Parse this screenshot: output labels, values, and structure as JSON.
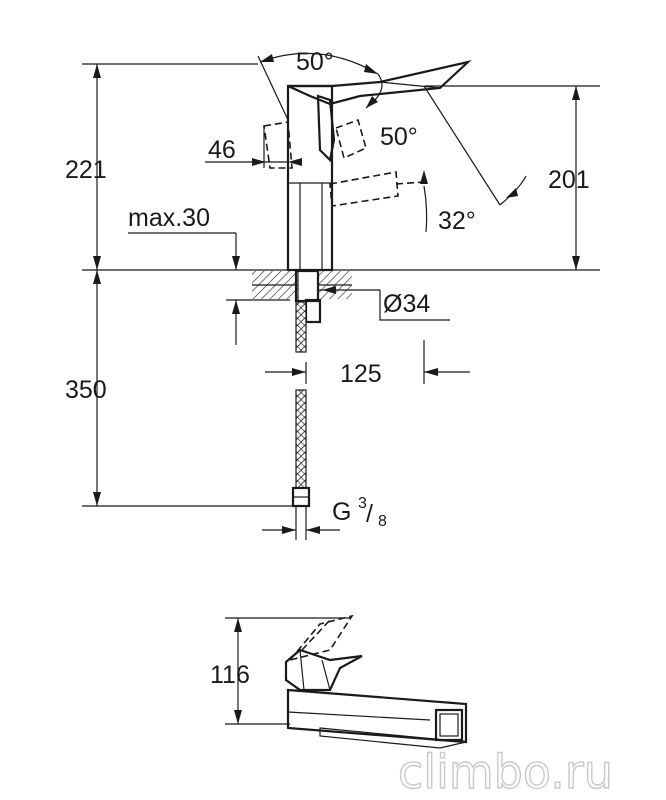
{
  "front_view": {
    "dim_height_total": "221",
    "dim_spout_height": "201",
    "dim_lever_offset": "46",
    "dim_mount_thickness": "max.30",
    "dim_hole_diameter": "Ø34",
    "dim_spout_reach": "125",
    "dim_hose_length": "350",
    "dim_lever_angle_top": "50°",
    "dim_lever_angle_right": "50°",
    "dim_spout_angle": "32°",
    "thread_prefix": "G",
    "thread_numerator": "3",
    "thread_denominator": "8"
  },
  "top_view": {
    "dim_height": "116"
  },
  "watermark": "climbo.ru"
}
